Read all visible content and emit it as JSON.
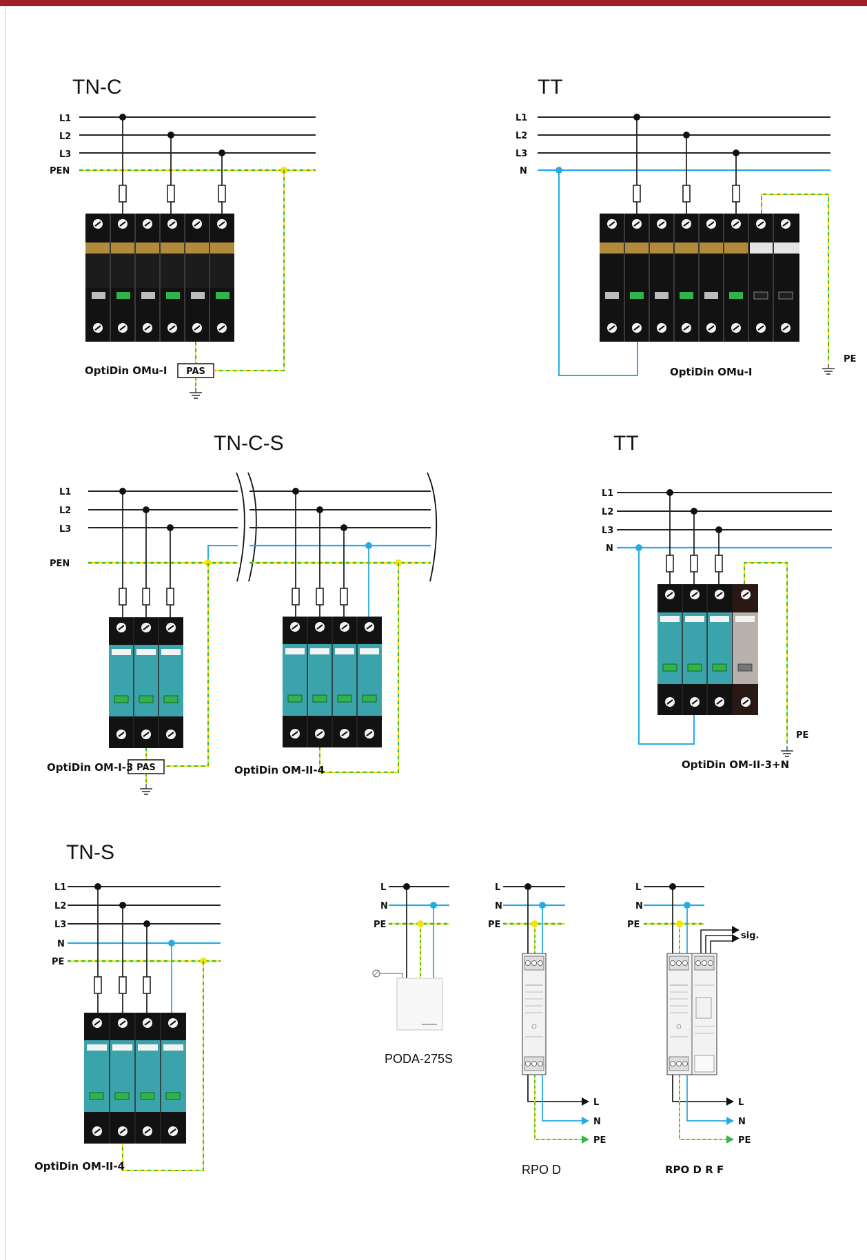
{
  "colors": {
    "phase": "#222222",
    "neutral": "#29abe2",
    "pe_yellow": "#f2e600",
    "pe_green": "#39b54a",
    "module_body": "#121212",
    "module_teal": "#3aa3ab",
    "module_gold": "#b28a3c",
    "module_grey": "#b9b1ab",
    "accent_bar": "#a01f2b"
  },
  "icons": [
    "screw-terminal-icon",
    "fuse-icon",
    "ground-icon",
    "arrow-right-icon",
    "lamp-icon"
  ],
  "diagrams": {
    "tnc": {
      "title": "TN-C",
      "lines": [
        "L1",
        "L2",
        "L3",
        "PEN"
      ],
      "device": "OptiDin OMu-I",
      "pas": "PAS"
    },
    "tt1": {
      "title": "TT",
      "lines": [
        "L1",
        "L2",
        "L3",
        "N"
      ],
      "device": "OptiDin OMu-I",
      "pe": "PE"
    },
    "tncs": {
      "title": "TN-C-S",
      "lines": [
        "L1",
        "L2",
        "L3",
        "PEN"
      ],
      "device_a": "OptiDin OM-I-3",
      "pas": "PAS",
      "device_b": "OptiDin OM-II-4"
    },
    "tt2": {
      "title": "TT",
      "lines": [
        "L1",
        "L2",
        "L3",
        "N"
      ],
      "device": "OptiDin OM-II-3+N",
      "pe": "PE"
    },
    "tns": {
      "title": "TN-S",
      "lines": [
        "L1",
        "L2",
        "L3",
        "N",
        "PE"
      ],
      "device": "OptiDin OM-II-4"
    },
    "poda": {
      "lines": [
        "L",
        "N",
        "PE"
      ],
      "device": "PODA-275S"
    },
    "rpod": {
      "lines": [
        "L",
        "N",
        "PE"
      ],
      "outputs": [
        "L",
        "N",
        "PE"
      ],
      "device": "RPO D"
    },
    "rpodrf": {
      "lines": [
        "L",
        "N",
        "PE"
      ],
      "outputs": [
        "L",
        "N",
        "PE"
      ],
      "sig": "sig.",
      "device": "RPO D R F"
    }
  }
}
